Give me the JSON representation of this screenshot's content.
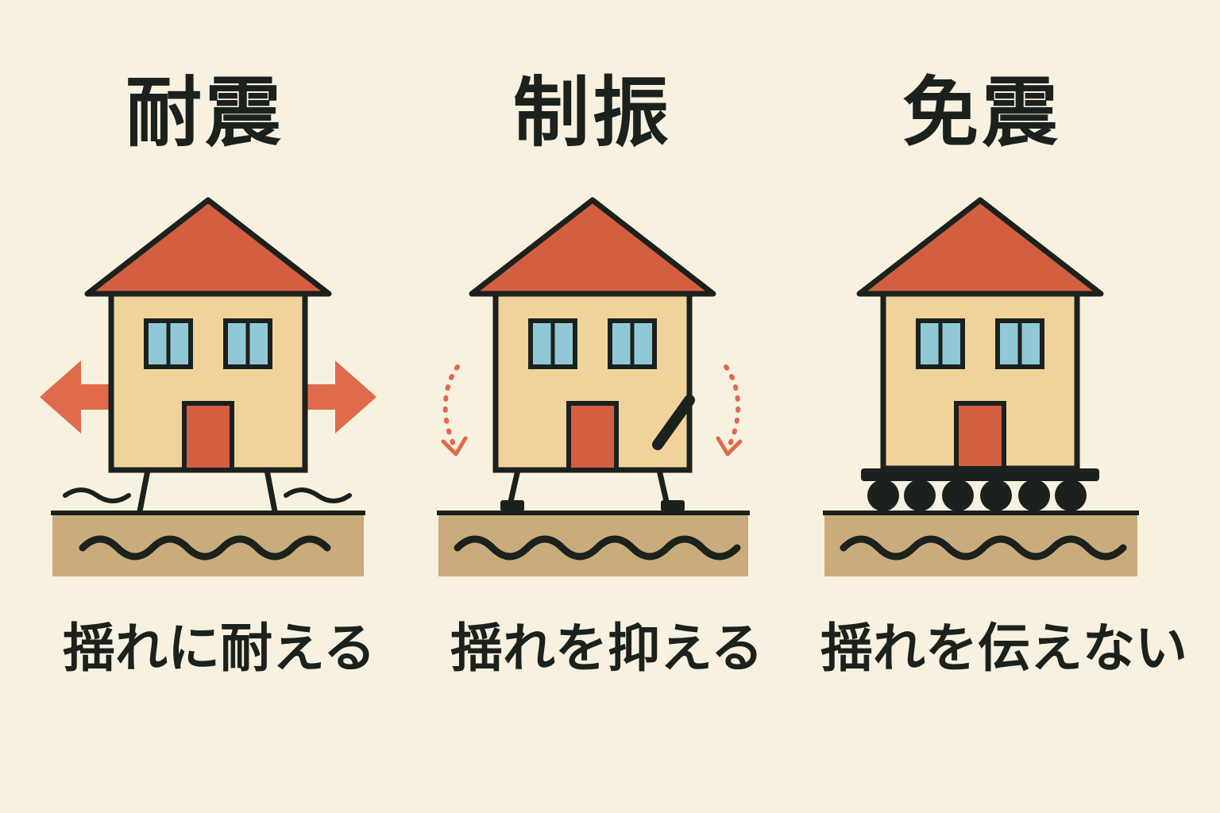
{
  "panels": [
    {
      "title": "耐震",
      "caption": "揺れに耐える"
    },
    {
      "title": "制振",
      "caption": "揺れを抑える"
    },
    {
      "title": "免震",
      "caption": "揺れを伝えない"
    }
  ],
  "colors": {
    "background": "#f9f1df",
    "roof": "#d35f40",
    "wall": "#f0d39b",
    "window": "#8fc9d6",
    "ground": "#c9ab7c",
    "outline": "#1b211d",
    "arrow": "#df6a4c"
  }
}
